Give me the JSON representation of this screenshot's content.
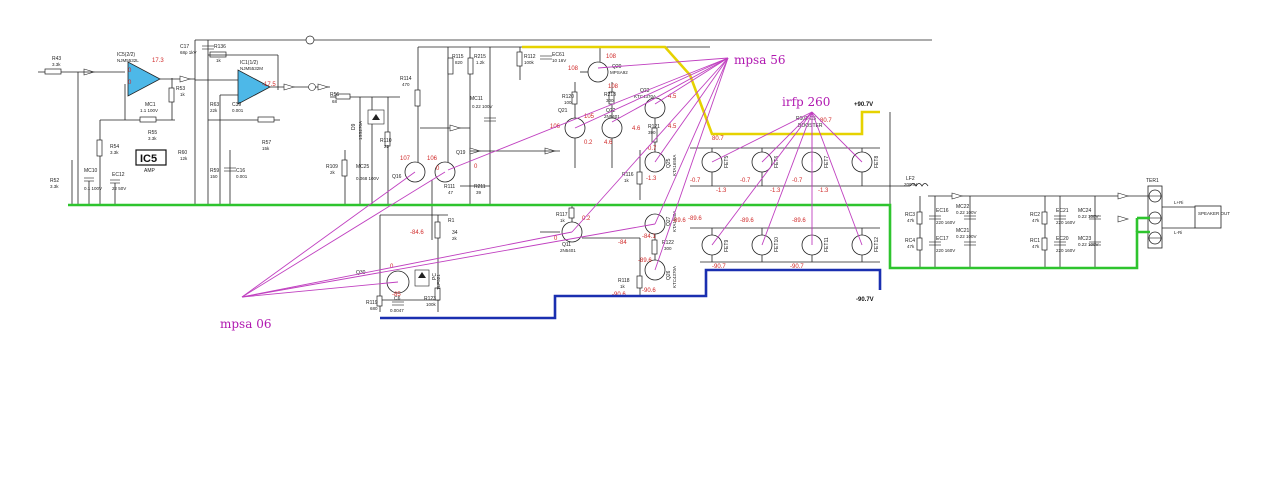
{
  "annotations": {
    "mpsa56": "mpsa 56",
    "irfp260": "irfp 260",
    "mpsa06": "mpsa 06"
  },
  "rails": {
    "pos": "+90.7V",
    "neg": "-90.7V"
  },
  "ic_block": "IC5",
  "ic_sub": "AMP",
  "opamps": {
    "ic5_name": "IC5(2/2)",
    "ic5_part": "NJM5532L",
    "ic1_name": "IC1(1/2)",
    "ic1_part": "NJM5532M"
  },
  "booster": {
    "name": "R102-C5",
    "sub": "BOOSTER"
  },
  "terminal": {
    "name": "TER1",
    "box": "SPEAKER OUT",
    "lplus": "L+Ri",
    "lminus": "L-Ri"
  },
  "colors": {
    "pos_rail": "#e6d200",
    "neg_rail": "#1a2fb0",
    "ground": "#2ec42e",
    "annotation": "#c040c0",
    "voltage": "#d02828",
    "opamp": "#4db8e8"
  },
  "components": [
    {
      "ref": "R43",
      "val": "3.3k"
    },
    {
      "ref": "R53",
      "val": "1k"
    },
    {
      "ref": "MC1",
      "val": "1.1 100V"
    },
    {
      "ref": "R55",
      "val": "3.3k"
    },
    {
      "ref": "R54",
      "val": "3.3k"
    },
    {
      "ref": "R52",
      "val": "3.3k"
    },
    {
      "ref": "MC10",
      "val": "0.1 100V"
    },
    {
      "ref": "EC12",
      "val": "22 50V"
    },
    {
      "ref": "C17",
      "val": "68p 1kV"
    },
    {
      "ref": "R136",
      "val": "1k"
    },
    {
      "ref": "R63",
      "val": "22k"
    },
    {
      "ref": "C39",
      "val": "0.001"
    },
    {
      "ref": "R57",
      "val": "15k"
    },
    {
      "ref": "R60",
      "val": "12k"
    },
    {
      "ref": "R59",
      "val": "150"
    },
    {
      "ref": "C16",
      "val": "0.001"
    },
    {
      "ref": "R56",
      "val": "68"
    },
    {
      "ref": "D9",
      "val": "1SS270A"
    },
    {
      "ref": "R110",
      "val": "22"
    },
    {
      "ref": "R109",
      "val": "2k"
    },
    {
      "ref": "MC25",
      "val": "0.068 100V"
    },
    {
      "ref": "Q16",
      "val": ""
    },
    {
      "ref": "Q19",
      "val": ""
    },
    {
      "ref": "R114",
      "val": "470"
    },
    {
      "ref": "R115",
      "val": "820"
    },
    {
      "ref": "R215",
      "val": "1.2k"
    },
    {
      "ref": "MC11",
      "val": "0.22 100V"
    },
    {
      "ref": "R111",
      "val": "47"
    },
    {
      "ref": "R211",
      "val": "39"
    },
    {
      "ref": "R112",
      "val": "100k"
    },
    {
      "ref": "EC61",
      "val": "10 16V"
    },
    {
      "ref": "Q20",
      "val": "MPSA92"
    },
    {
      "ref": "R120",
      "val": "100"
    },
    {
      "ref": "R213",
      "val": "300"
    },
    {
      "ref": "Q21",
      "val": ""
    },
    {
      "ref": "Q22",
      "val": "2N5401"
    },
    {
      "ref": "Q23",
      "val": "KTC4370A"
    },
    {
      "ref": "R121",
      "val": "390"
    },
    {
      "ref": "Q25",
      "val": "KTA1658A"
    },
    {
      "ref": "R116",
      "val": "1k"
    },
    {
      "ref": "R117",
      "val": "1k"
    },
    {
      "ref": "Q11",
      "val": "2N5401"
    },
    {
      "ref": "Q27",
      "val": "KTA1658A"
    },
    {
      "ref": "R122",
      "val": "300"
    },
    {
      "ref": "Q26",
      "val": "KTC4370A"
    },
    {
      "ref": "R118",
      "val": "1k"
    },
    {
      "ref": "R1",
      "val": ""
    },
    {
      "ref": "34",
      "val": "2k"
    },
    {
      "ref": "Q30",
      "val": ""
    },
    {
      "ref": "PC",
      "val": "TLP521"
    },
    {
      "ref": "R119",
      "val": "680"
    },
    {
      "ref": "C6",
      "val": "0.0047"
    },
    {
      "ref": "R123",
      "val": "100k"
    },
    {
      "ref": "LF2",
      "val": "200nH"
    },
    {
      "ref": "RC3",
      "val": "47k"
    },
    {
      "ref": "RC4",
      "val": "47k"
    },
    {
      "ref": "EC16",
      "val": "220 160V"
    },
    {
      "ref": "EC17",
      "val": "220 160V"
    },
    {
      "ref": "MC22",
      "val": "0.22 100V"
    },
    {
      "ref": "MC21",
      "val": "0.22 100V"
    },
    {
      "ref": "RC2",
      "val": "47k"
    },
    {
      "ref": "RC1",
      "val": "47k"
    },
    {
      "ref": "EC21",
      "val": "220 160V"
    },
    {
      "ref": "EC20",
      "val": "220 160V"
    },
    {
      "ref": "MC24",
      "val": "0.22 100V"
    },
    {
      "ref": "MC23",
      "val": "0.22 100V"
    }
  ],
  "fets": [
    "FET5",
    "FET6",
    "FET7",
    "FET8",
    "FET9",
    "FET10",
    "FET11",
    "FET12"
  ],
  "voltages": {
    "v1": "17.3",
    "v2": "-17.5",
    "v3": "0",
    "v4": "107",
    "v5": "106",
    "v6": "0",
    "v7": "0",
    "v8": "108",
    "v9": "108",
    "v10": "108",
    "v11": "106",
    "v12": "105",
    "v13": "4.5",
    "v14": "4.6",
    "v15": "4.6",
    "v16": "0.2",
    "v17": "-0.7",
    "v18": "-0.7",
    "v19": "-1.3",
    "v20": "80.7",
    "v21": "-0.7",
    "v22": "-0.7",
    "v23": "-1.3",
    "v24": "-1.3",
    "v25": "-1.3",
    "v26": "-84.6",
    "v27": "-89.6",
    "v28": "-84.1",
    "v29": "-84",
    "v30": "-89.6",
    "v31": "-89.6",
    "v32": "-89.6",
    "v33": "-90.7",
    "v34": "-90.7",
    "v35": "-90.6",
    "v36": "0",
    "v37": "0.2",
    "v38": "-85",
    "v39": "0",
    "v40": "-0.7",
    "v41": "-0.2",
    "v42": "80.7"
  }
}
